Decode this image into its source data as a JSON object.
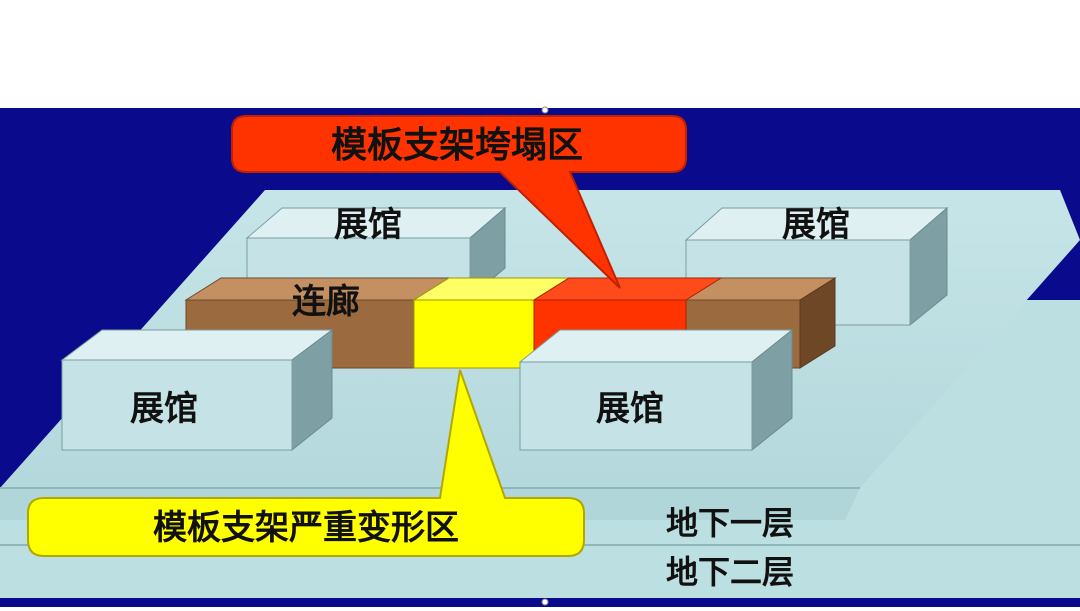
{
  "diagram": {
    "callouts": {
      "collapse_zone": "模板支架垮塌区",
      "deformation_zone": "模板支架严重变形区"
    },
    "buildings": {
      "back_left": "展馆",
      "back_right": "展馆",
      "front_left": "展馆",
      "front_right": "展馆"
    },
    "corridor": "连廊",
    "levels": {
      "basement_1": "地下一层",
      "basement_2": "地下二层"
    },
    "colors": {
      "background": "#0a0a8c",
      "slab": "#bcdfe2",
      "box_front": "#c5e3e6",
      "corridor": "#9b6a3f",
      "collapse": "#ff3300",
      "deformation": "#ffff00"
    }
  }
}
